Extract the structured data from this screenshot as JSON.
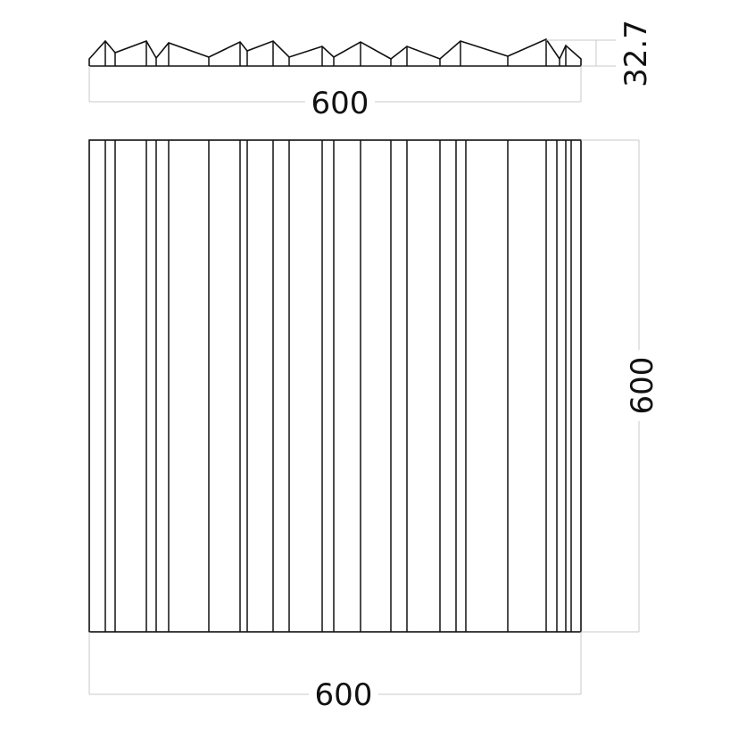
{
  "drawing": {
    "profile_dimensions": {
      "width_label": "600",
      "depth_label": "32.7"
    },
    "front_view_dimensions": {
      "height_label": "600",
      "width_label": "600"
    },
    "colors": {
      "line": "#111111",
      "extension_line": "#c8c8c8",
      "background": "#ffffff"
    }
  }
}
